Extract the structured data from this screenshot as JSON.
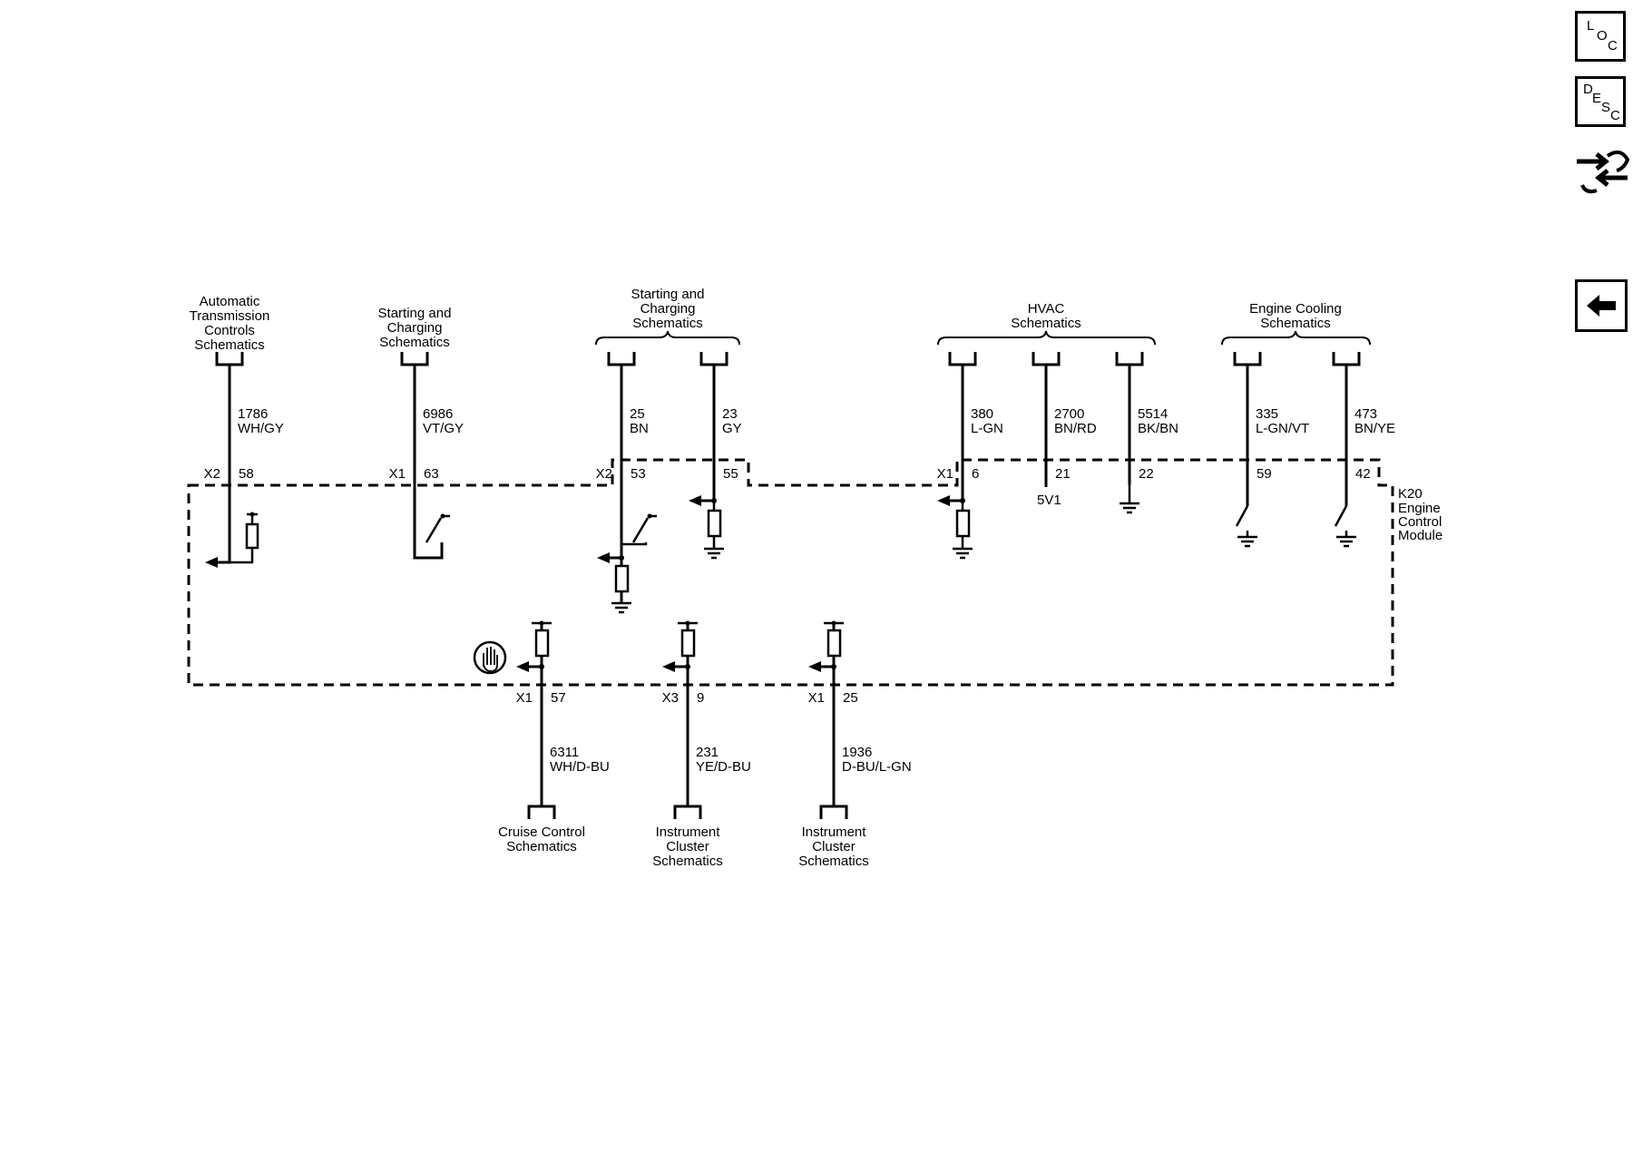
{
  "nav": {
    "loc": {
      "l1": "L",
      "l2": "O",
      "l3": "C"
    },
    "desc": {
      "l1": "D",
      "l2": "E",
      "l3": "S",
      "l4": "C"
    }
  },
  "module": {
    "code": "K20",
    "line1": "Engine",
    "line2": "Control",
    "line3": "Module"
  },
  "headers": {
    "ats": [
      "Automatic",
      "Transmission",
      "Controls",
      "Schematics"
    ],
    "sc1": [
      "Starting and",
      "Charging",
      "Schematics"
    ],
    "sc2": [
      "Starting and",
      "Charging",
      "Schematics"
    ],
    "hvac": [
      "HVAC",
      "Schematics"
    ],
    "ecs": [
      "Engine Cooling",
      "Schematics"
    ]
  },
  "top_circuits": [
    {
      "circuit": "1786",
      "color": "WH/GY",
      "connector": "X2",
      "pin": "58"
    },
    {
      "circuit": "6986",
      "color": "VT/GY",
      "connector": "X1",
      "pin": "63"
    },
    {
      "circuit": "25",
      "color": "BN",
      "connector": "X2",
      "pin": "53"
    },
    {
      "circuit": "23",
      "color": "GY",
      "connector": "",
      "pin": "55"
    },
    {
      "circuit": "380",
      "color": "L-GN",
      "connector": "X1",
      "pin": "6"
    },
    {
      "circuit": "2700",
      "color": "BN/RD",
      "connector": "",
      "pin": "21"
    },
    {
      "circuit": "5514",
      "color": "BK/BN",
      "connector": "",
      "pin": "22"
    },
    {
      "circuit": "335",
      "color": "L-GN/VT",
      "connector": "",
      "pin": "59"
    },
    {
      "circuit": "473",
      "color": "BN/YE",
      "connector": "",
      "pin": "42"
    }
  ],
  "ref_5v": "5V1",
  "bottom_circuits": [
    {
      "connector": "X1",
      "pin": "57",
      "circuit": "6311",
      "color": "WH/D-BU",
      "dest": [
        "Cruise Control",
        "Schematics"
      ]
    },
    {
      "connector": "X3",
      "pin": "9",
      "circuit": "231",
      "color": "YE/D-BU",
      "dest": [
        "Instrument",
        "Cluster",
        "Schematics"
      ]
    },
    {
      "connector": "X1",
      "pin": "25",
      "circuit": "1936",
      "color": "D-BU/L-GN",
      "dest": [
        "Instrument",
        "Cluster",
        "Schematics"
      ]
    }
  ]
}
